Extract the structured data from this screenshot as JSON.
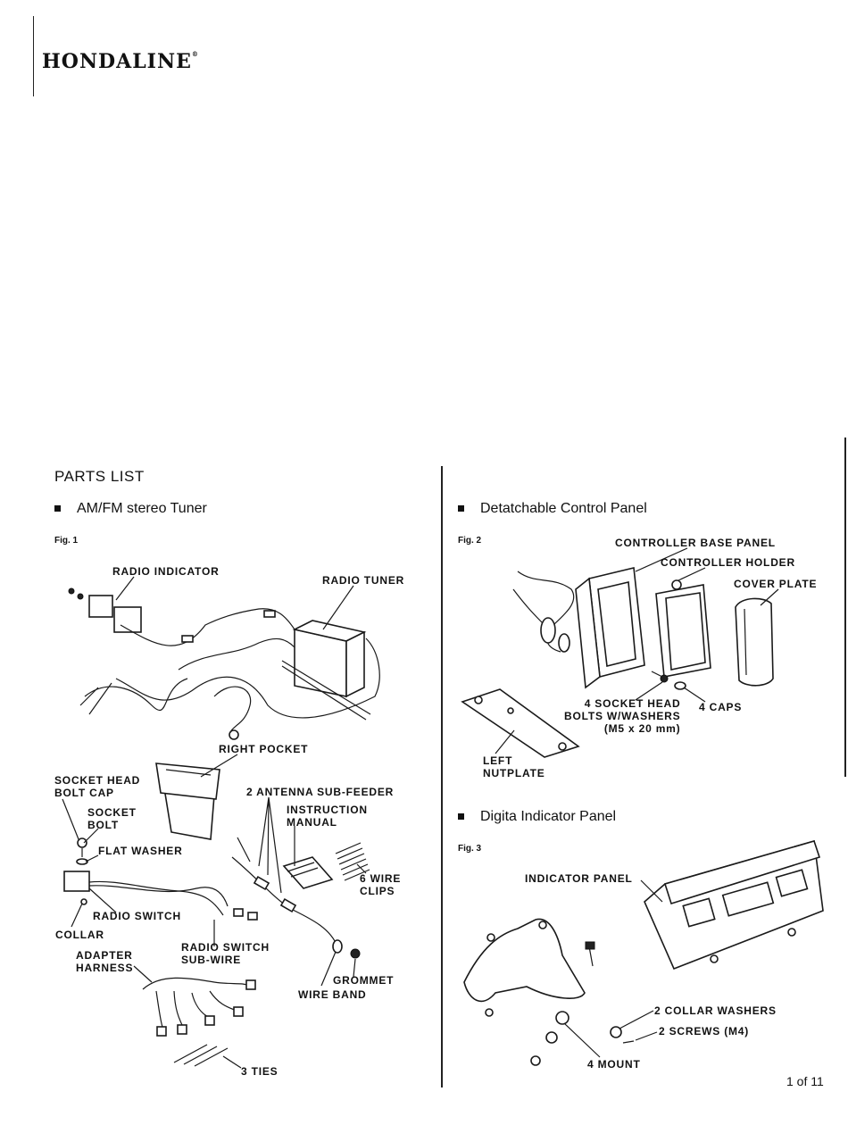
{
  "header": {
    "brand": "HONDALINE",
    "brand_mark": "®"
  },
  "parts_list": {
    "title": "PARTS LIST",
    "sections": [
      {
        "bullet": "▪",
        "heading": "AM/FM stereo Tuner",
        "fig": "Fig. 1",
        "labels": [
          "RADIO INDICATOR",
          "RADIO TUNER",
          "RIGHT POCKET",
          "SOCKET HEAD\nBOLT CAP",
          "2 ANTENNA SUB-FEEDER",
          "SOCKET\nBOLT",
          "INSTRUCTION\nMANUAL",
          "FLAT WASHER",
          "6 WIRE\nCLIPS",
          "RADIO SWITCH",
          "COLLAR",
          "ADAPTER\nHARNESS",
          "RADIO SWITCH\nSUB-WIRE",
          "GROMMET",
          "WIRE BAND",
          "3 TIES"
        ]
      },
      {
        "bullet": "▪",
        "heading": "Detatchable Control Panel",
        "fig": "Fig. 2",
        "labels": [
          "CONTROLLER BASE PANEL",
          "CONTROLLER HOLDER",
          "COVER PLATE",
          "4 SOCKET HEAD\nBOLTS W/WASHERS\n(M5 x 20 mm)",
          "4 CAPS",
          "LEFT\nNUTPLATE"
        ]
      },
      {
        "bullet": "▪",
        "heading": "Digita Indicator Panel",
        "fig": "Fig. 3",
        "labels": [
          "INDICATOR PANEL",
          "2 COLLAR WASHERS",
          "2 SCREWS (M4)",
          "4 MOUNT"
        ]
      }
    ]
  },
  "footer": {
    "page": "1 of 11"
  }
}
